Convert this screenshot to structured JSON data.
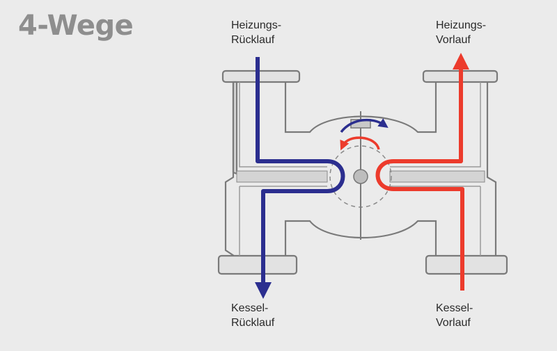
{
  "title": "4-Wege",
  "labels": {
    "top_left": {
      "line1": "Heizungs-",
      "line2": "Rücklauf"
    },
    "top_right": {
      "line1": "Heizungs-",
      "line2": "Vorlauf"
    },
    "bottom_left": {
      "line1": "Kessel-",
      "line2": "Rücklauf"
    },
    "bottom_right": {
      "line1": "Kessel-",
      "line2": "Vorlauf"
    }
  },
  "colors": {
    "background": "#ebebeb",
    "return_flow": "#2b2e8f",
    "supply_flow": "#ec3b2c",
    "body_outline": "#7a7a7a",
    "body_fill": "#e2e2e2"
  }
}
